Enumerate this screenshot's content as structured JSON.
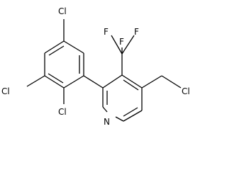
{
  "molecule": {
    "atoms": {
      "cl_top": "Cl",
      "cl_left": "Cl",
      "cl_bottom": "Cl",
      "f_left": "F",
      "f_right": "F",
      "f_bottom": "F",
      "cl_chloromethyl": "Cl",
      "n_pyridine": "N"
    }
  }
}
